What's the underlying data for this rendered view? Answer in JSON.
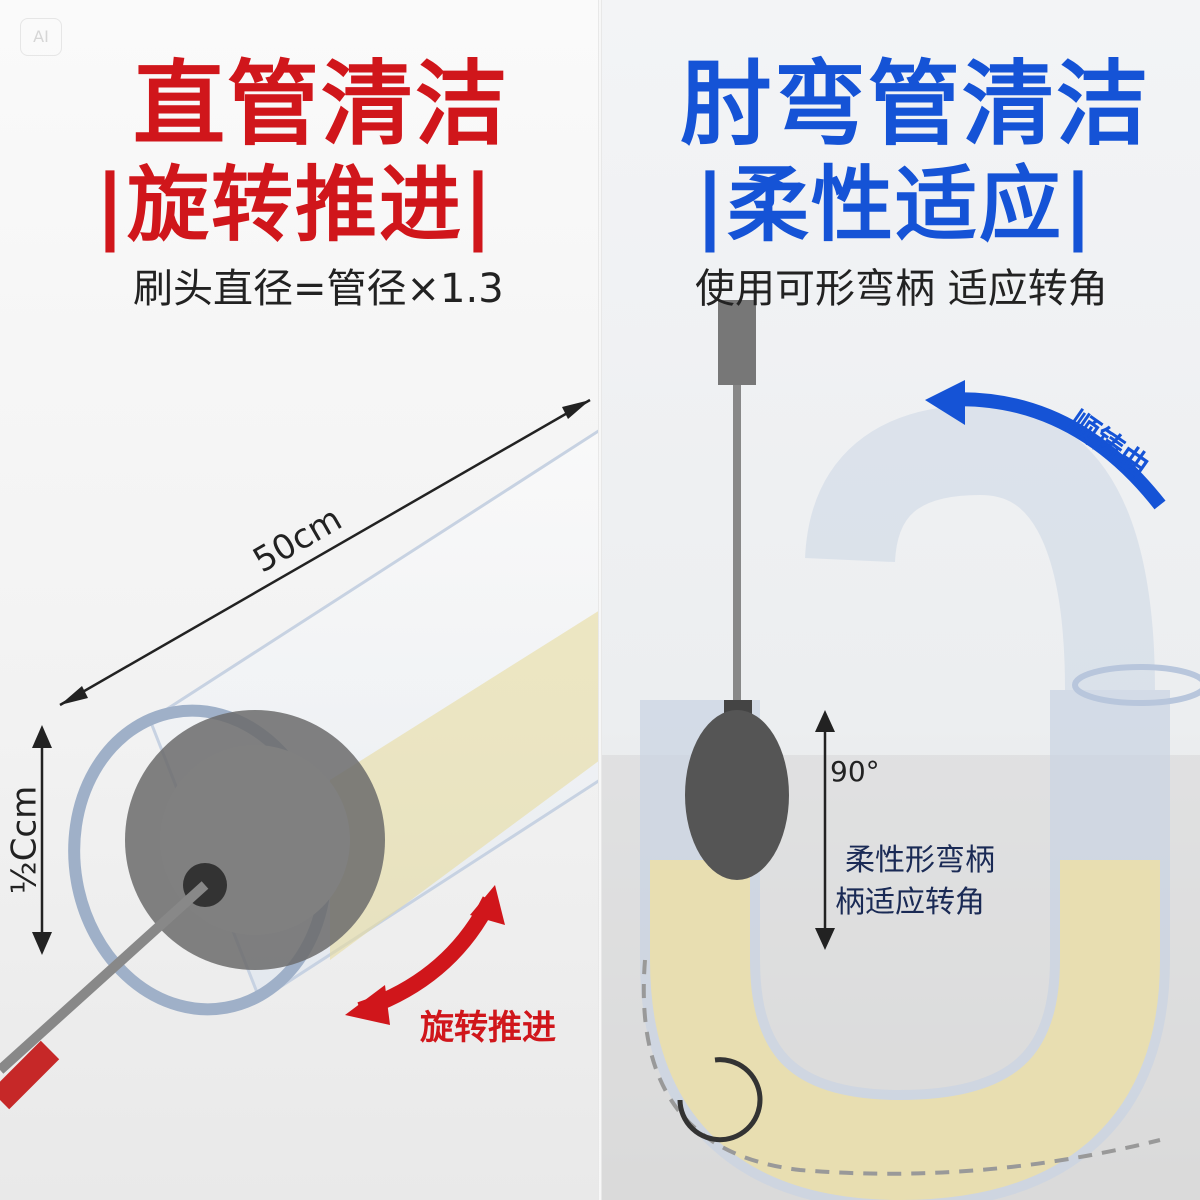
{
  "badge": "AI",
  "left": {
    "title": "直管清洁",
    "subtitle": "|旋转推进|",
    "caption": "刷头直径=管径×1.3",
    "length_label": "50cm",
    "diameter_label": "½Ccm",
    "action_label": "旋转推进",
    "accent": "#d0161b"
  },
  "right": {
    "title": "肘弯管清洁",
    "subtitle": "|柔性适应|",
    "caption": "使用可形弯柄 适应转角",
    "arrow_label": "顺铸曲",
    "angle_label": "90°",
    "note_line1": "柔性形弯柄",
    "note_line2": "柄适应转角",
    "accent": "#1553d6"
  }
}
